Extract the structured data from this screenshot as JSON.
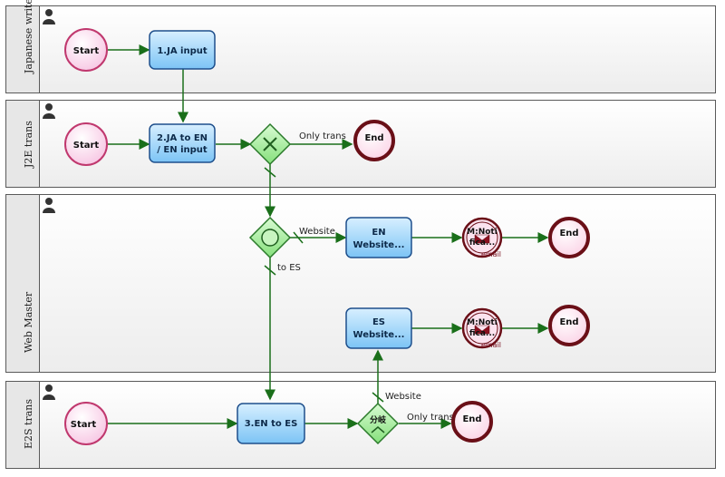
{
  "lanes": [
    {
      "label": "Japanese writer"
    },
    {
      "label": "J2E trans"
    },
    {
      "label": "Web Master"
    },
    {
      "label": "E2S trans"
    }
  ],
  "events": {
    "start_1": "Start",
    "start_2": "Start",
    "start_4": "Start",
    "end_only_trans_1": "End",
    "end_en_website": "End",
    "end_es_website": "End",
    "end_only_trans_2": "End"
  },
  "tasks": {
    "ja_input": "1.JA input",
    "ja_to_en_line1": "2.JA to EN",
    "ja_to_en_line2": "/ EN input",
    "en_to_es": "3.EN to ES",
    "en_website_line1": "EN",
    "en_website_line2": "Website...",
    "es_website_line1": "ES",
    "es_website_line2": "Website..."
  },
  "notifications": {
    "line1": "M:Noti",
    "line2": "fica...",
    "tag": "email"
  },
  "gateway_labels": {
    "branch_jp": "分岐"
  },
  "flow_labels": {
    "only_trans_1": "Only trans",
    "website_1": "Website",
    "to_es": "to ES",
    "website_2": "Website",
    "only_trans_2": "Only trans"
  },
  "colors": {
    "start_fill": "#fbd8ec",
    "start_stroke": "#c0386e",
    "end_fill": "#fde6f0",
    "end_stroke": "#6a0f17",
    "task_fill": "#9fd7ff",
    "task_stroke": "#1e4f8c",
    "gateway_fill": "#a8f0a0",
    "gateway_stroke": "#2b7a2b",
    "flow": "#1a6f1a"
  }
}
